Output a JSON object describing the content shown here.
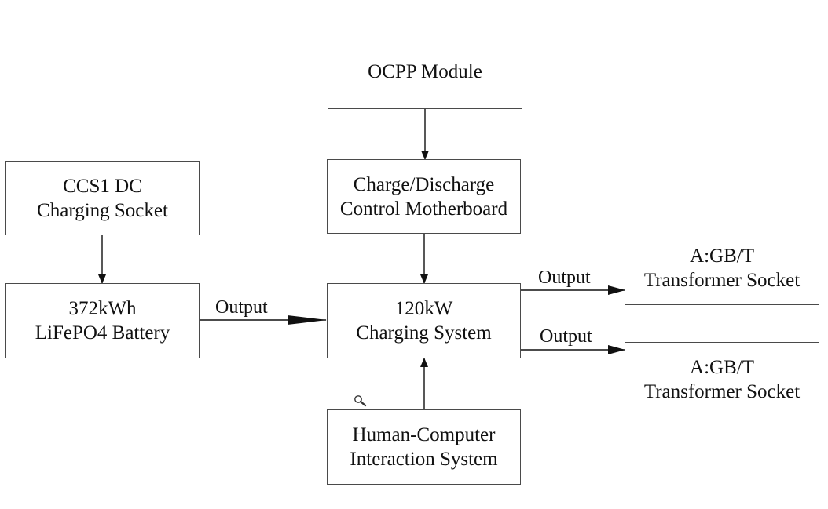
{
  "nodes": {
    "ocpp": {
      "lines": [
        "OCPP Module"
      ]
    },
    "motherboard": {
      "lines": [
        "Charge/Discharge",
        "Control Motherboard"
      ]
    },
    "ccs1": {
      "lines": [
        "CCS1 DC",
        "Charging Socket"
      ]
    },
    "battery": {
      "lines": [
        "372kWh",
        "LiFePO4 Battery"
      ]
    },
    "charging_system": {
      "lines": [
        "120kW",
        "Charging System"
      ]
    },
    "socket_a": {
      "lines": [
        "A:GB/T",
        "Transformer Socket"
      ]
    },
    "socket_b": {
      "lines": [
        "A:GB/T",
        "Transformer Socket"
      ]
    },
    "hci": {
      "lines": [
        "Human-Computer",
        "Interaction System"
      ]
    }
  },
  "edge_labels": {
    "battery_to_system": "Output",
    "system_to_socket_a": "Output",
    "system_to_socket_b": "Output"
  },
  "colors": {
    "line": "#111111",
    "box_border": "#4a4a4a"
  },
  "icons": {
    "cursor": "magnifier-icon"
  }
}
